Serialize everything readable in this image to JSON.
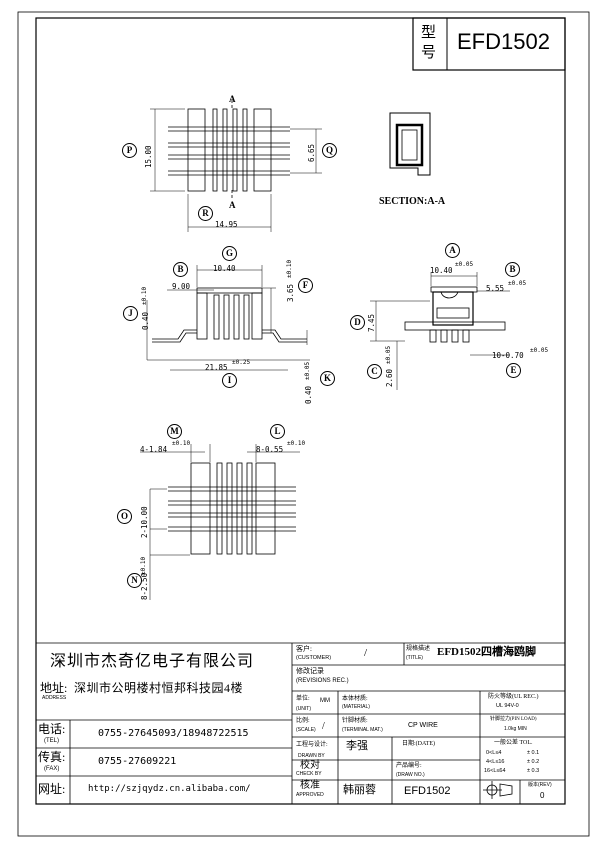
{
  "title_block": {
    "model_label_1": "型",
    "model_label_2": "号",
    "model": "EFD1502"
  },
  "section_label": "SECTION:A-A",
  "circle_labels": {
    "P": "P",
    "Q": "Q",
    "R": "R",
    "G": "G",
    "B": "B",
    "F": "F",
    "J": "J",
    "I": "I",
    "K": "K",
    "A": "A",
    "D": "D",
    "C": "C",
    "E": "E",
    "M": "M",
    "L": "L",
    "O": "O",
    "N": "N"
  },
  "dimensions": {
    "top_a1": "A",
    "top_a2": "A",
    "h15": "15.00",
    "w665": "6.65",
    "w1495": "14.95",
    "g1040": "10.40",
    "b900": "9.00",
    "f365": "3.65",
    "f365_tol": "±0.10",
    "j040": "0.40",
    "j040_tol": "±0.10",
    "i2185": "21.85",
    "i_tol": "±0.25",
    "k040": "0.40",
    "k040_tol": "±0.05",
    "a1040": "10.40",
    "a_tol": "±0.05",
    "b555": "5.55",
    "b_tol": "±0.05",
    "d745": "7.45",
    "c260": "2.60",
    "c_tol": "±0.05",
    "e070": "10-0.70",
    "e_tol": "±0.05",
    "m184": "4-1.84",
    "m_tol": "±0.10",
    "l055": "8-0.55",
    "l_tol": "±0.10",
    "o1000": "2-10.00",
    "n250": "8-2.50",
    "n_tol": "±0.10"
  },
  "footer": {
    "company": "深圳市杰奇亿电子有限公司",
    "address_label": "地址:",
    "address_sub": "ADDRESS",
    "address": "深圳市公明楼村恒邦科技园4楼",
    "tel_label": "电话:",
    "tel_sub": "(TEL)",
    "tel": "0755-27645093/18948722515",
    "fax_label": "传真:",
    "fax_sub": "(FAX)",
    "fax": "0755-27609221",
    "web_label": "网址:",
    "web": "http://szjqydz.cn.alibaba.com/",
    "customer_label": "客户:",
    "customer_sub": "(CUSTOMER)",
    "customer_value": "/",
    "spec_label": "规格描述",
    "spec_sub": "(TITLE)",
    "spec_value": "EFD1502四槽海鸥脚",
    "rev_label": "修改记录",
    "rev_sub": "(REVISIONS REC.)",
    "unit_label": "单位:",
    "unit_sub": "(UNIT)",
    "unit_value": "MM",
    "material_label": "本体材质:",
    "material_sub": "(MATERIAL)",
    "flame_label": "防火等级(UL REC.)",
    "flame_value": "UL 94V-0",
    "scale_label": "比例:",
    "scale_sub": "(SCALE)",
    "scale_value": "/",
    "terminal_label": "针脚材质:",
    "terminal_sub": "(TERMINAL MAT.)",
    "terminal_value": "CP WIRE",
    "pin_force_label": "针脚拉力(PIN LOAD)",
    "pin_force_value": "1.0kg MIN",
    "design_label": "工程与设计:",
    "design_sub": "DRAWN BY",
    "design_value": "李强",
    "date_label": "日期:(DATE)",
    "tol_label": "一般公差 TOL.",
    "tol_1": "0<L≤4",
    "tol_1v": "± 0.1",
    "tol_2": "4<L≤16",
    "tol_2v": "± 0.2",
    "tol_3": "16<L≤64",
    "tol_3v": "± 0.3",
    "check_label": "校对",
    "check_sub": "CHECK BY",
    "product_no_label": "产品编号:",
    "product_no_sub": "(DRAW NO.)",
    "approve_label": "核准",
    "approve_sub": "APPROVED",
    "approve_value": "韩丽蓉",
    "product_no_value": "EFD1502",
    "rev_no_label": "版本(REV)",
    "rev_no_value": "0"
  }
}
